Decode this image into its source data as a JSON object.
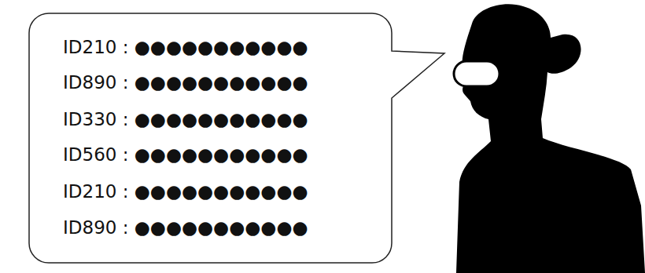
{
  "diagram": {
    "nodes": [
      {
        "text": [
          "ID210 : ●●●●●●●●●●●",
          "ID890 : ●●●●●●●●●●●",
          "ID330 : ●●●●●●●●●●●",
          "ID560 : ●●●●●●●●●●●",
          "ID210 : ●●●●●●●●●●●",
          "ID890 : ●●●●●●●●●●●"
        ]
      }
    ]
  }
}
